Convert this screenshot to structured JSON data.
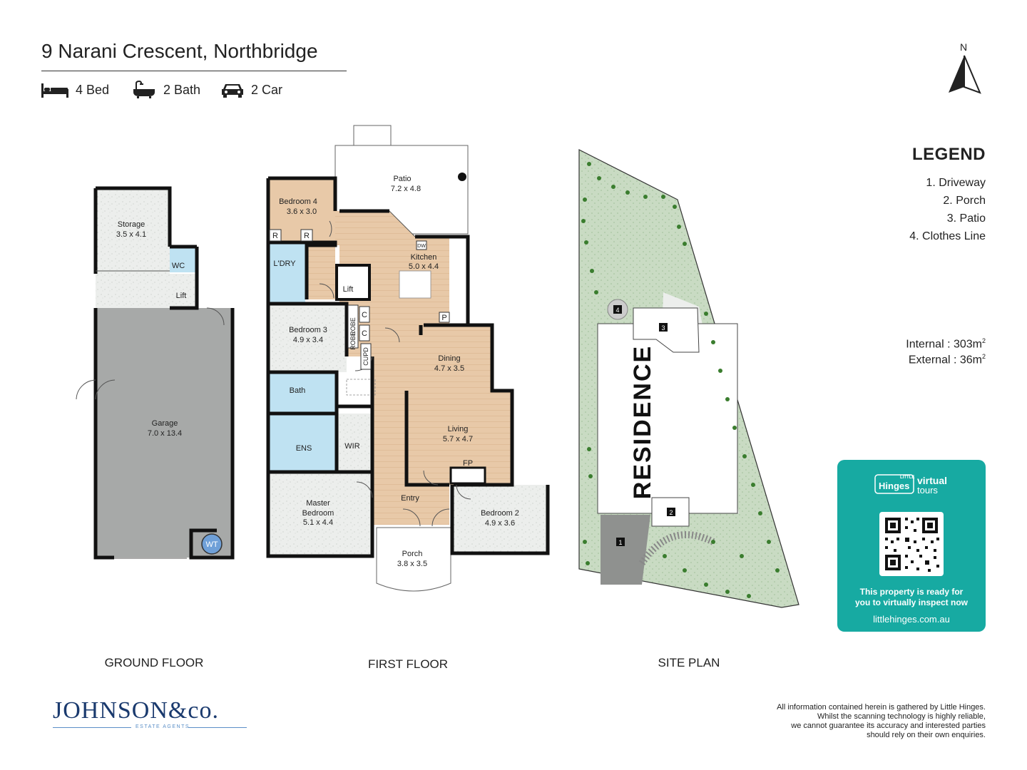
{
  "header": {
    "title": "9 Narani Crescent, Northbridge",
    "features": [
      {
        "icon": "bed-icon",
        "label": "4 Bed"
      },
      {
        "icon": "bath-icon",
        "label": "2 Bath"
      },
      {
        "icon": "car-icon",
        "label": "2 Car"
      }
    ],
    "north_label": "N"
  },
  "legend": {
    "title": "LEGEND",
    "items": [
      "1. Driveway",
      "2. Porch",
      "3. Patio",
      "4. Clothes Line"
    ]
  },
  "areas": {
    "internal": "Internal  : 303m",
    "external": "External :  36m",
    "unit_sup": "2"
  },
  "ground_floor": {
    "label": "GROUND FLOOR",
    "rooms": [
      {
        "name": "Storage",
        "size": "3.5 x 4.1"
      },
      {
        "name": "WC",
        "size": ""
      },
      {
        "name": "Lift",
        "size": ""
      },
      {
        "name": "Garage",
        "size": "7.0 x 13.4"
      },
      {
        "name": "WT",
        "size": ""
      }
    ]
  },
  "first_floor": {
    "label": "FIRST FLOOR",
    "rooms": [
      {
        "name": "Patio",
        "size": "7.2 x 4.8"
      },
      {
        "name": "Bedroom 4",
        "size": "3.6 x 3.0"
      },
      {
        "name": "Kitchen",
        "size": "5.0 x 4.4"
      },
      {
        "name": "L'DRY",
        "size": ""
      },
      {
        "name": "Lift",
        "size": ""
      },
      {
        "name": "Bedroom 3",
        "size": "4.9 x 3.4"
      },
      {
        "name": "Dining",
        "size": "4.7 x 3.5"
      },
      {
        "name": "Bath",
        "size": ""
      },
      {
        "name": "ENS",
        "size": ""
      },
      {
        "name": "WIR",
        "size": ""
      },
      {
        "name": "Living",
        "size": "5.7 x 4.7"
      },
      {
        "name": "Master Bedroom",
        "size": "5.1 x 4.4"
      },
      {
        "name": "Entry",
        "size": ""
      },
      {
        "name": "Bedroom 2",
        "size": "4.9 x 3.6"
      },
      {
        "name": "Porch",
        "size": "3.8 x 3.5"
      }
    ],
    "fixtures": [
      "R",
      "R",
      "C",
      "C",
      "P",
      "FP",
      "ROBE",
      "ROBE",
      "CUPD",
      "DW"
    ]
  },
  "site_plan": {
    "label": "SITE PLAN",
    "building_label": "RESIDENCE",
    "markers": [
      "1",
      "2",
      "3",
      "4"
    ]
  },
  "little_hinges": {
    "brand_small": "LITTLE",
    "brand": "Hinges",
    "product_top": "virtual",
    "product_bottom": "tours",
    "message_line1": "This property is ready for",
    "message_line2": "you to virtually inspect now",
    "url": "littlehinges.com.au"
  },
  "agency": {
    "name": "JOHNSON&co.",
    "tagline": "ESTATE AGENTS"
  },
  "disclaimer": [
    "All information contained herein is gathered by Little Hinges.",
    "Whilst the scanning technology is highly reliable,",
    "we cannot guarantee its accuracy and interested parties",
    "should rely on their own enquiries."
  ],
  "colors": {
    "floor_wood": "#e8c9a8",
    "floor_tile": "#d6d8d6",
    "floor_grey": "#a7a9a8",
    "wet_area": "#bfe2f2",
    "lawn": "#c5d8c0",
    "accent_teal": "#17aaa2",
    "brand_navy": "#1a3a6e"
  }
}
